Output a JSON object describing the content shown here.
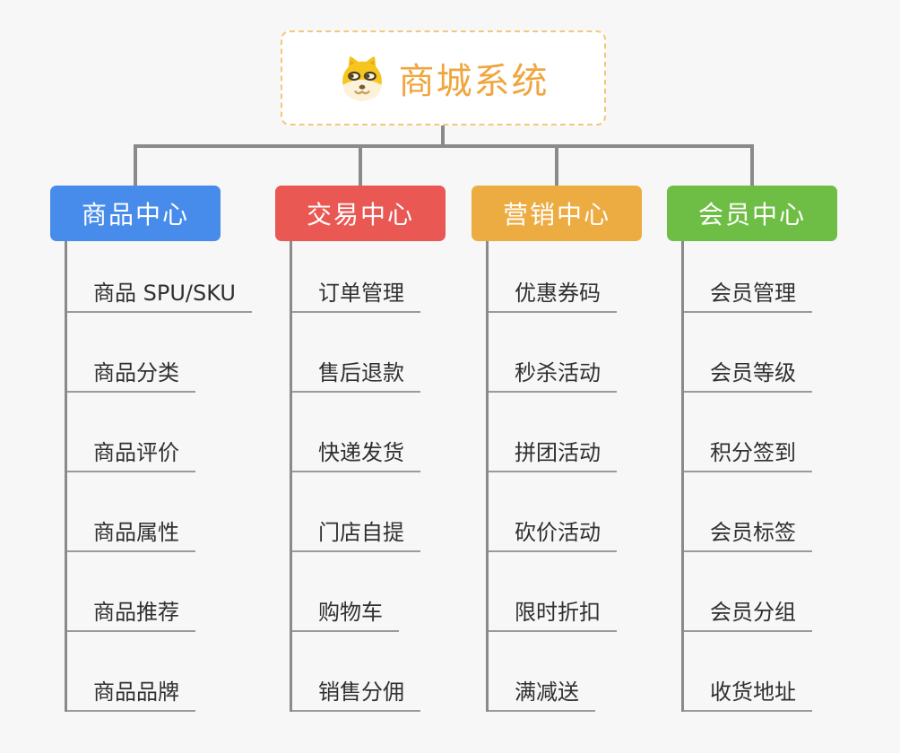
{
  "root": {
    "title": "商城系统",
    "icon": "doge-icon"
  },
  "branches": [
    {
      "label": "商品中心",
      "color": "#478beb",
      "children": [
        "商品 SPU/SKU",
        "商品分类",
        "商品评价",
        "商品属性",
        "商品推荐",
        "商品品牌"
      ]
    },
    {
      "label": "交易中心",
      "color": "#e95853",
      "children": [
        "订单管理",
        "售后退款",
        "快递发货",
        "门店自提",
        "购物车",
        "销售分佣"
      ]
    },
    {
      "label": "营销中心",
      "color": "#ecac41",
      "children": [
        "优惠券码",
        "秒杀活动",
        "拼团活动",
        "砍价活动",
        "限时折扣",
        "满减送"
      ]
    },
    {
      "label": "会员中心",
      "color": "#6ebe45",
      "children": [
        "会员管理",
        "会员等级",
        "积分签到",
        "会员标签",
        "会员分组",
        "收货地址"
      ]
    }
  ],
  "colors": {
    "background": "#f7f7f7",
    "root_border": "#f2c87d",
    "root_title": "#f0a63f",
    "connector": "#8a8a8a",
    "child_underline": "#9a9a9a",
    "child_text": "#303030"
  }
}
